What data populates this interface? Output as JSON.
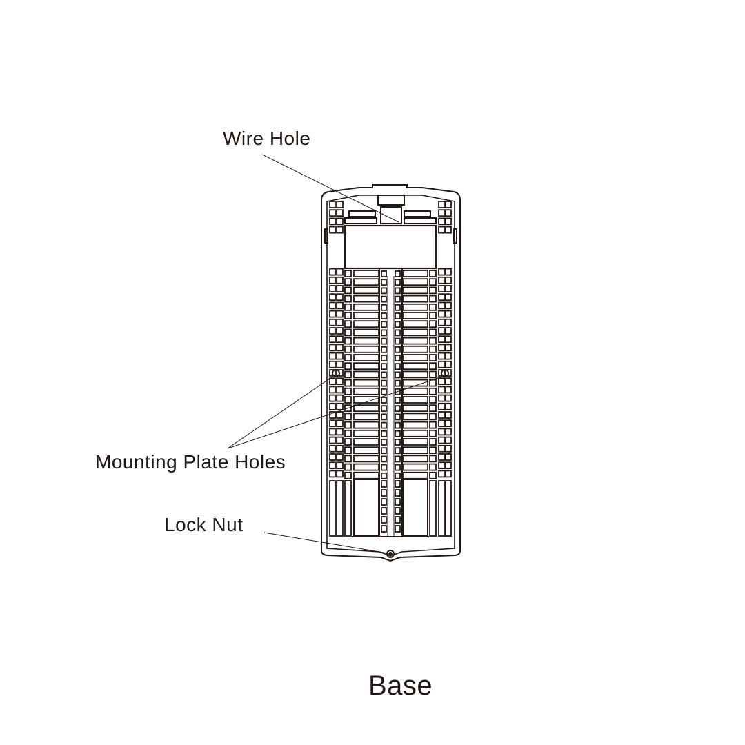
{
  "labels": {
    "wire_hole": "Wire Hole",
    "mounting_plate_holes": "Mounting Plate Holes",
    "lock_nut": "Lock Nut"
  },
  "caption": "Base",
  "colors": {
    "line": "#231815",
    "background": "#ffffff"
  }
}
